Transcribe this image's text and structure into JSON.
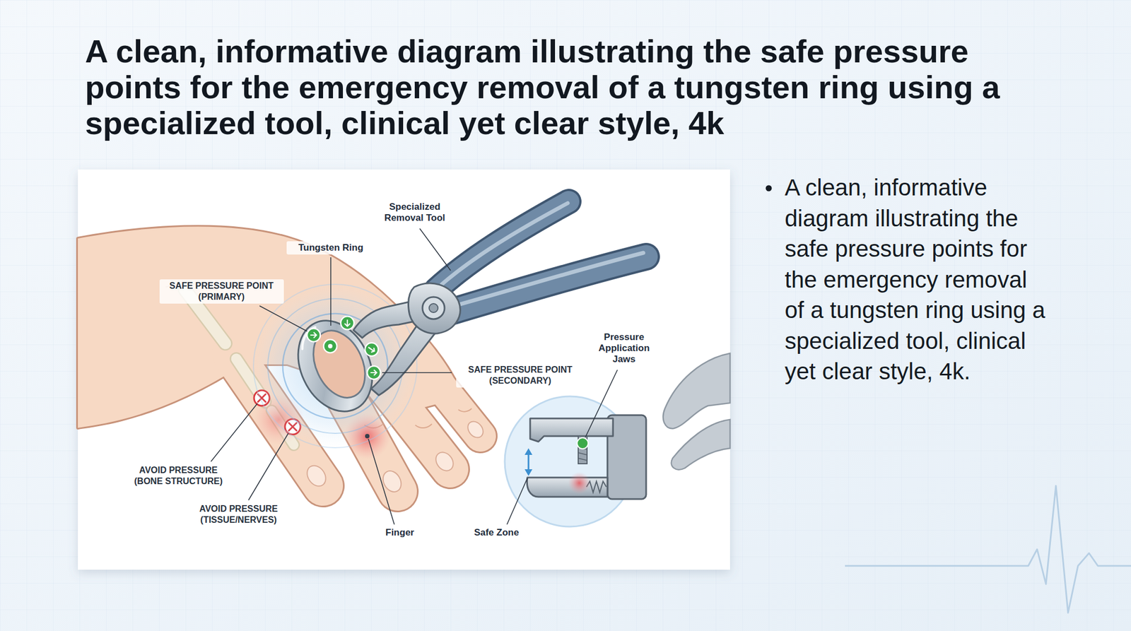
{
  "diagram": {
    "title": "A clean, informative diagram illustrating the safe pressure points for the emergency removal of a tungsten ring using a specialized tool, clinical yet clear style, 4k",
    "labels": [
      "Specialized Removal Tool",
      "Tungsten Ring",
      "SAFE PRESSURE POINT (PRIMARY)",
      "SAFE PRESSURE POINT (SECONDARY)",
      "Pressure Application Jaws",
      "AVOID PRESSURE (BONE STRUCTURE)",
      "AVOID PRESSURE (TISSUE/NERVES)",
      "Finger",
      "Safe Zone",
      "A clean, informative diagram illustrating the safe pressure points for the emergency removal of a tungsten ring using a specialized tool, clinical yet clear style, 4k."
    ]
  }
}
